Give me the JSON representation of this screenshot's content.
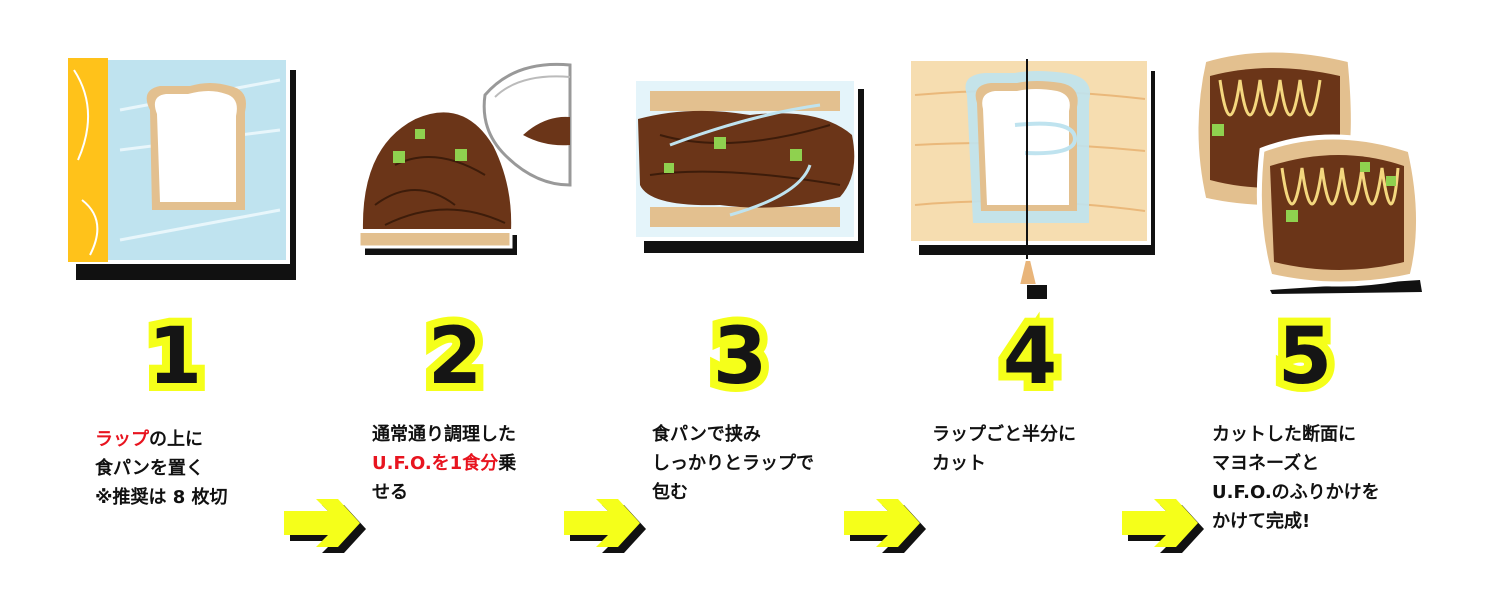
{
  "steps": [
    {
      "number": "1",
      "line1_red": "ラップ",
      "line1_rest": "の上に",
      "line2": "食パンを置く",
      "line3": "※推奨は 8 枚切"
    },
    {
      "number": "2",
      "line1": "通常通り調理した",
      "line2_red": "U.F.O.を1食分",
      "line2_rest": "乗",
      "line3": "せる"
    },
    {
      "number": "3",
      "line1": "食パンで挟み",
      "line2": "しっかりとラップで",
      "line3": "包む"
    },
    {
      "number": "4",
      "line1": "ラップごと半分に",
      "line2": "カット"
    },
    {
      "number": "5",
      "line1": "カットした断面に",
      "line2": "マヨネーズと",
      "line3": "U.F.O.のふりかけを",
      "line4": "かけて完成!"
    }
  ],
  "colors": {
    "accent_yellow": "#f5ff1a",
    "highlight_red": "#e8141f",
    "noodle_brown": "#6b3518",
    "bread_crust": "#e3c08f",
    "wrap_blue": "#bfe3ef",
    "cutting_board": "#f6ddb0",
    "package_yellow": "#ffc21a"
  }
}
